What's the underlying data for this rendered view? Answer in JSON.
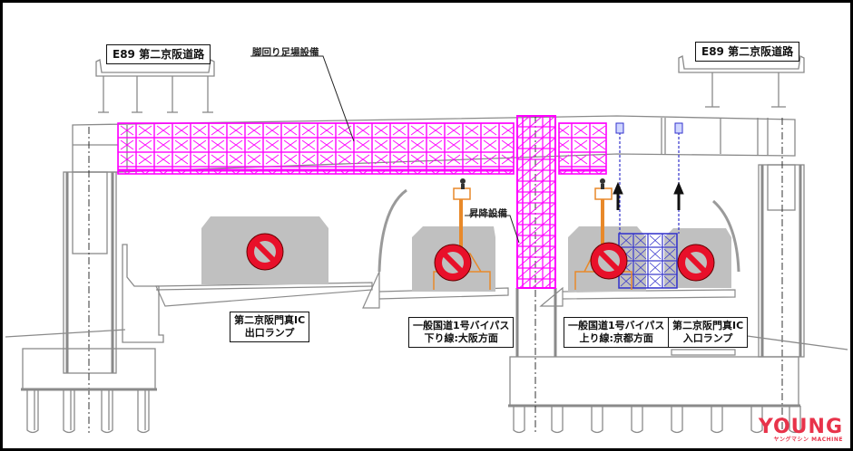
{
  "drawing": {
    "road_labels": {
      "left_expressway": "E89 第二京阪道路",
      "right_expressway": "E89 第二京阪道路"
    },
    "callouts": {
      "scaffolding": "脚回り足場設備",
      "lift": "昇降設備"
    },
    "lane_labels": [
      {
        "line1": "第二京阪門真IC",
        "line2": "出口ランプ"
      },
      {
        "line1": "一般国道1号バイパス",
        "line2": "下り線:大阪方面"
      },
      {
        "line1": "一般国道1号バイパス",
        "line2": "上り線:京都方面"
      },
      {
        "line1": "第二京阪門真IC",
        "line2": "入口ランプ"
      }
    ],
    "prohibition_signs": 4,
    "colors": {
      "scaffolding": "#ff00ff",
      "temporary_support": "#3333cc",
      "aerial_lift": "#e8892a",
      "vehicle_gauge": "#c0c0c0",
      "no_entry": "#e8102a",
      "structure": "#8a8a8a"
    }
  },
  "watermark": {
    "brand": "YOUNG",
    "sub": "ヤングマシン MACHINE"
  }
}
